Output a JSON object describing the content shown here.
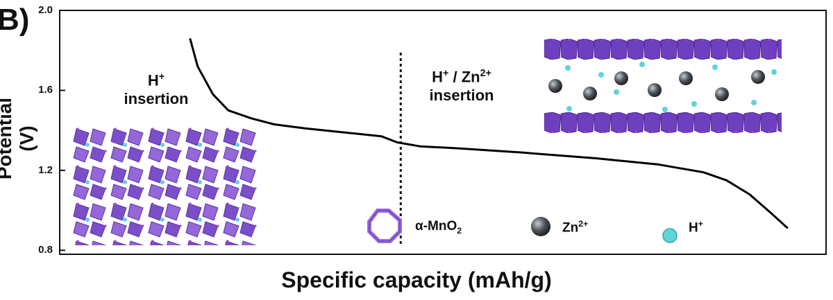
{
  "panel_label": "B)",
  "legend": {
    "alpha_mno2": {
      "prefix": "α-MnO",
      "sub": "2"
    },
    "zn_ion": {
      "base": "Zn",
      "sup": "2+"
    },
    "h_ion": {
      "base": "H",
      "sup": "+"
    }
  },
  "regions": {
    "left": {
      "line1_base": "H",
      "line1_sup": "+",
      "line2": "insertion"
    },
    "right": {
      "l1_a": "H",
      "l1_a_sup": "+",
      "l1_sep": " / ",
      "l1_b": "Zn",
      "l1_b_sup": "2+",
      "line2": "insertion"
    }
  },
  "colors": {
    "curve": "#000000",
    "mno2": "#7b4fc9",
    "zn": "#4a4f55",
    "h": "#5fd3d6"
  },
  "chart_data": {
    "type": "line",
    "title": "",
    "xlabel": "Specific capacity (mAh/g)",
    "ylabel": "Potential (V)",
    "ylim": [
      0.78,
      2.0
    ],
    "yticks": [
      0.8,
      1.2,
      1.6,
      2.0
    ],
    "ytick_labels": [
      "0.8",
      "1.2",
      "1.6",
      "2.0"
    ],
    "xlim": [
      0,
      1
    ],
    "x_ticks_shown": false,
    "grid": false,
    "series": [
      {
        "x": [
          0.17,
          0.18,
          0.2,
          0.22,
          0.25,
          0.28,
          0.32,
          0.37,
          0.42,
          0.44,
          0.47,
          0.52,
          0.6,
          0.7,
          0.78,
          0.84,
          0.87,
          0.9,
          0.93,
          0.95
        ],
        "y": [
          1.86,
          1.72,
          1.58,
          1.5,
          1.46,
          1.43,
          1.41,
          1.39,
          1.37,
          1.34,
          1.32,
          1.31,
          1.29,
          1.26,
          1.23,
          1.19,
          1.15,
          1.08,
          0.98,
          0.91
        ]
      }
    ],
    "divider_x": 0.445,
    "divider_style": "dotted"
  }
}
